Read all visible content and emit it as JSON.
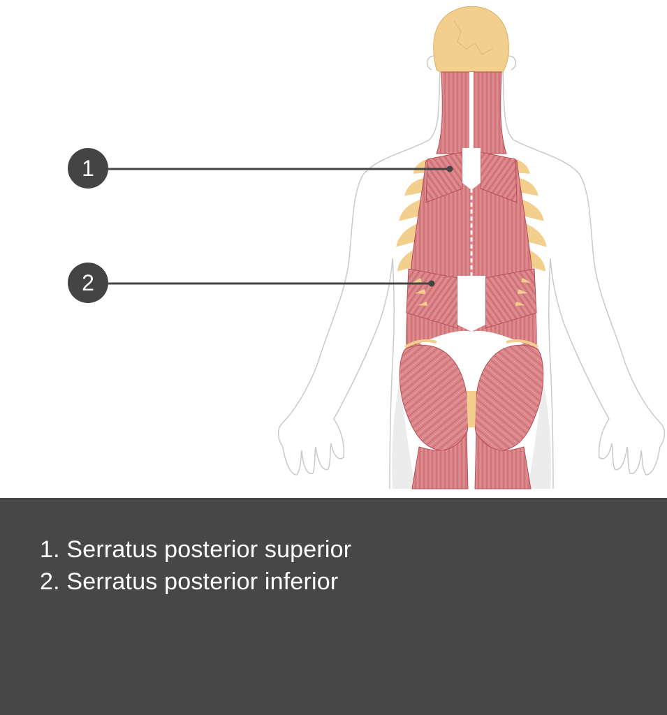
{
  "callouts": [
    {
      "number": "1"
    },
    {
      "number": "2"
    }
  ],
  "legend": [
    {
      "text": "1. Serratus posterior superior"
    },
    {
      "text": "2. Serratus posterior inferior"
    }
  ],
  "colors": {
    "background": "#ffffff",
    "panel": "#474747",
    "callout_fill": "#444444",
    "muscle": "#d67a7e",
    "muscle_dark": "#c0545c",
    "bone": "#f2cf8c",
    "outline": "#c9c9c9",
    "hip_shadow": "#ececec"
  },
  "icons": [
    "callout-badge",
    "leader-line",
    "anatomy-figure"
  ]
}
